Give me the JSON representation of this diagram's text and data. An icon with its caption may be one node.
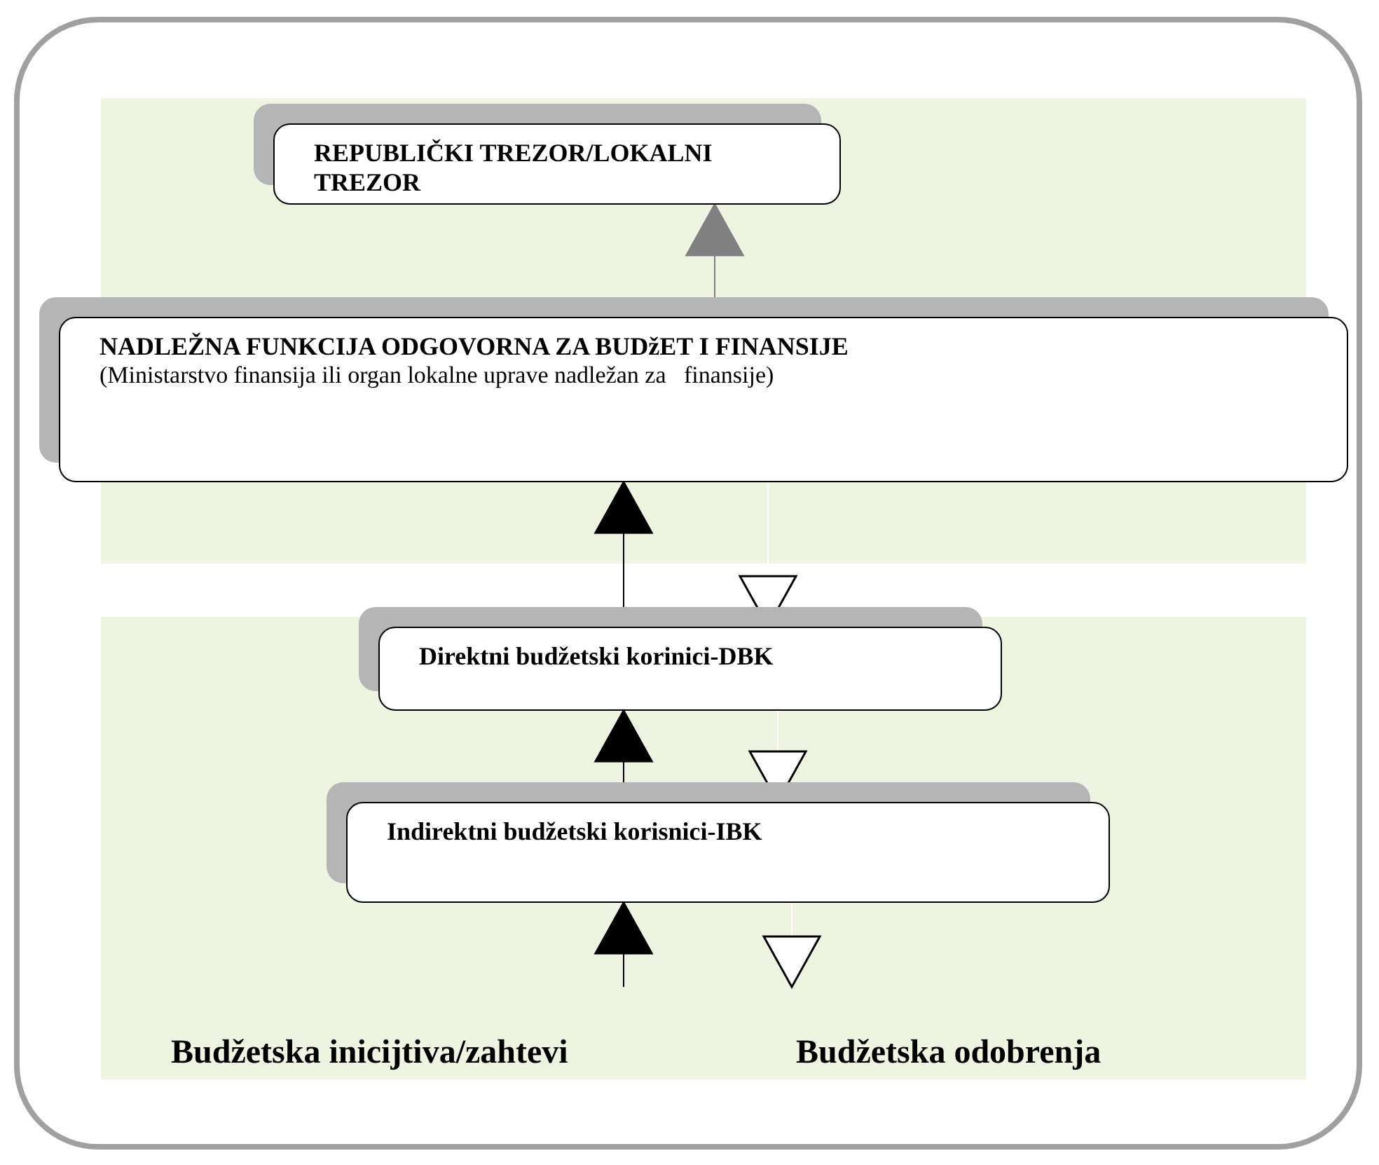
{
  "diagram": {
    "nodes": [
      {
        "text": [
          "REPUBLIČKI TREZOR/LOKALNI TREZOR"
        ]
      },
      {
        "text": [
          "NADLEŽNA FUNKCIJA ODGOVORNA ZA BUDžET I FINANSIJE",
          "(Ministarstvo finansija ili organ lokalne uprave nadležan za   finansije)"
        ]
      },
      {
        "text": [
          "Direktni budžetski korinici-DBK"
        ]
      },
      {
        "text": [
          "Indirektni budžetski korisnici-IBK"
        ]
      }
    ],
    "edges": [
      {
        "from": 1,
        "to": 0,
        "arrow": "to",
        "color": "#808080"
      },
      {
        "from": 2,
        "to": 1,
        "arrow": "to"
      },
      {
        "from": 1,
        "to": 2,
        "arrow": "to",
        "color": "#ffffff"
      },
      {
        "from": 3,
        "to": 2,
        "arrow": "to"
      },
      {
        "from": 2,
        "to": 3,
        "arrow": "to",
        "color": "#ffffff"
      },
      {
        "from": null,
        "to": 3,
        "arrow": "to"
      },
      {
        "from": 3,
        "to": null,
        "arrow": "to",
        "color": "#ffffff"
      }
    ],
    "labels": [
      "Budžetska inicijtiva/zahtevi",
      "Budžetska odobrenja"
    ]
  }
}
